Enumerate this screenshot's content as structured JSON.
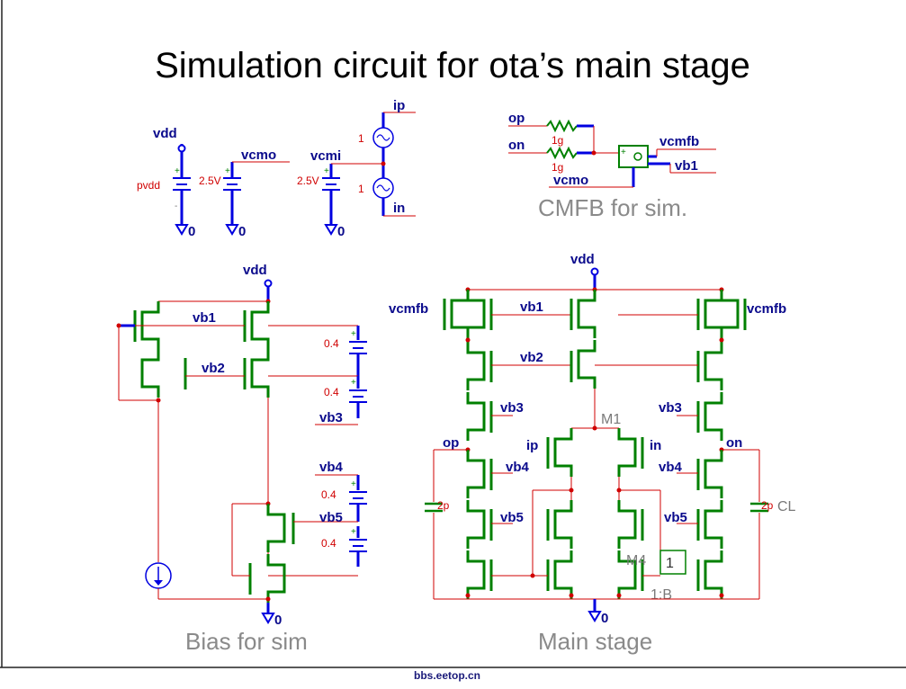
{
  "slide": {
    "title": "Simulation circuit for ota’s main stage",
    "captions": {
      "cmfb": "CMFB for sim.",
      "bias": "Bias for sim",
      "main": "Main stage"
    },
    "watermark": "bbs.eetop.cn"
  },
  "nets": {
    "vdd": "vdd",
    "vcmo": "vcmo",
    "vcmi": "vcmi",
    "ip": "ip",
    "in": "in",
    "op": "op",
    "on": "on",
    "vcmfb": "vcmfb",
    "vb1": "vb1",
    "vb2": "vb2",
    "vb3": "vb3",
    "vb4": "vb4",
    "vb5": "vb5",
    "gnd": "0"
  },
  "values": {
    "pvdd": "pvdd",
    "v25": "2.5V",
    "one": "1",
    "r1g": "1g",
    "v04": "0.4",
    "c2p": "2p",
    "plus": "+",
    "minus": "-"
  },
  "devices": {
    "m1": "M1",
    "m4": "M4",
    "cl": "CL",
    "ratio_box": "1",
    "ratio": "1:B"
  },
  "colors": {
    "transistor": "#008000",
    "net_label": "#0a0a8c",
    "wire": "#d00000",
    "pin": "#0000e0",
    "value_text": "#d00000",
    "caption": "#8a8a8a"
  }
}
